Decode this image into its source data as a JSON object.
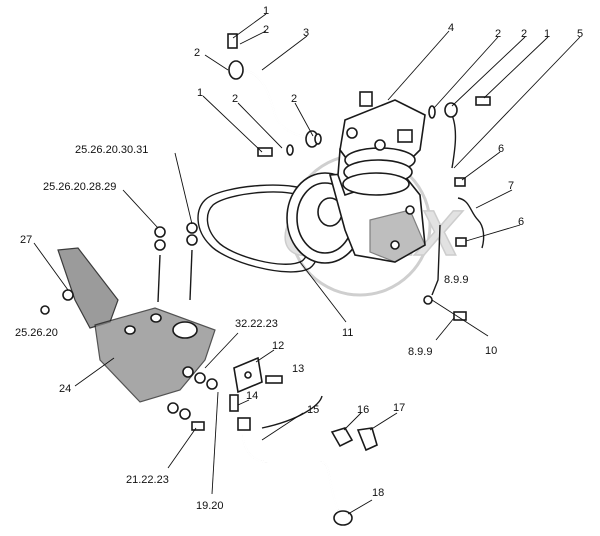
{
  "watermark": {
    "text": "OPEX"
  },
  "callouts": [
    {
      "id": "c1a",
      "text": "1"
    },
    {
      "id": "c2a",
      "text": "2"
    },
    {
      "id": "c3",
      "text": "3"
    },
    {
      "id": "c2b",
      "text": "2"
    },
    {
      "id": "c1b",
      "text": "1"
    },
    {
      "id": "c2c",
      "text": "2"
    },
    {
      "id": "c2d",
      "text": "2"
    },
    {
      "id": "c4",
      "text": "4"
    },
    {
      "id": "c2e",
      "text": "2"
    },
    {
      "id": "c2f",
      "text": "2"
    },
    {
      "id": "c1c",
      "text": "1"
    },
    {
      "id": "c5",
      "text": "5"
    },
    {
      "id": "c6a",
      "text": "6"
    },
    {
      "id": "c7",
      "text": "7"
    },
    {
      "id": "c6b",
      "text": "6"
    },
    {
      "id": "c89a",
      "text": "8.9.9"
    },
    {
      "id": "c10",
      "text": "10"
    },
    {
      "id": "c89b",
      "text": "8.9.9"
    },
    {
      "id": "c11",
      "text": "11"
    },
    {
      "id": "c2526a",
      "text": "25.26.20.30.31"
    },
    {
      "id": "c2526b",
      "text": "25.26.20.28.29"
    },
    {
      "id": "c27",
      "text": "27"
    },
    {
      "id": "c2526c",
      "text": "25.26.20"
    },
    {
      "id": "c24",
      "text": "24"
    },
    {
      "id": "c3222",
      "text": "32.22.23"
    },
    {
      "id": "c12",
      "text": "12"
    },
    {
      "id": "c13",
      "text": "13"
    },
    {
      "id": "c14",
      "text": "14"
    },
    {
      "id": "c15",
      "text": "15"
    },
    {
      "id": "c16",
      "text": "16"
    },
    {
      "id": "c17",
      "text": "17"
    },
    {
      "id": "c2122",
      "text": "21.22.23"
    },
    {
      "id": "c1920",
      "text": "19.20"
    },
    {
      "id": "c18",
      "text": "18"
    }
  ]
}
